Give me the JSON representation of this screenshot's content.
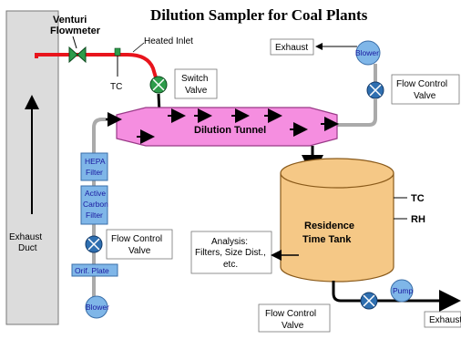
{
  "title": "Dilution Sampler for Coal Plants",
  "labels": {
    "venturi_line1": "Venturi",
    "venturi_line2": "Flowmeter",
    "heated_inlet": "Heated Inlet",
    "tc_inlet": "TC",
    "switch_line1": "Switch",
    "switch_line2": "Valve",
    "exhaust_top": "Exhaust",
    "blower_top": "Blower",
    "flow_control_top_line1": "Flow Control",
    "flow_control_top_line2": "Valve",
    "dilution_tunnel": "Dilution Tunnel",
    "hepa_line1": "HEPA",
    "hepa_line2": "Filter",
    "carbon_line1": "Active",
    "carbon_line2": "Carbon",
    "carbon_line3": "Filter",
    "exhaust_duct_line1": "Exhaust",
    "exhaust_duct_line2": "Duct",
    "flow_control_left_line1": "Flow Control",
    "flow_control_left_line2": "Valve",
    "orif_plate": "Orif. Plate",
    "blower_bottom": "Blower",
    "tank_tc": "TC",
    "tank_rh": "RH",
    "tank_line1": "Residence",
    "tank_line2": "Time Tank",
    "analysis_line1": "Analysis:",
    "analysis_line2": "Filters, Size Dist.,",
    "analysis_line3": "etc.",
    "flow_control_bottom_line1": "Flow Control",
    "flow_control_bottom_line2": "Valve",
    "pump": "Pump",
    "exhaust_bottom": "Exhaust"
  },
  "colors": {
    "duct_fill": "#dcdcdc",
    "hot_line": "#e8141c",
    "valve_green": "#2d9c4a",
    "valve_fill": "#2f6fb0",
    "tunnel_fill": "#f58ee0",
    "tank_fill": "#f5c886",
    "blue_box": "#7fb6e8",
    "pipe_fill": "#dcdcdc"
  }
}
